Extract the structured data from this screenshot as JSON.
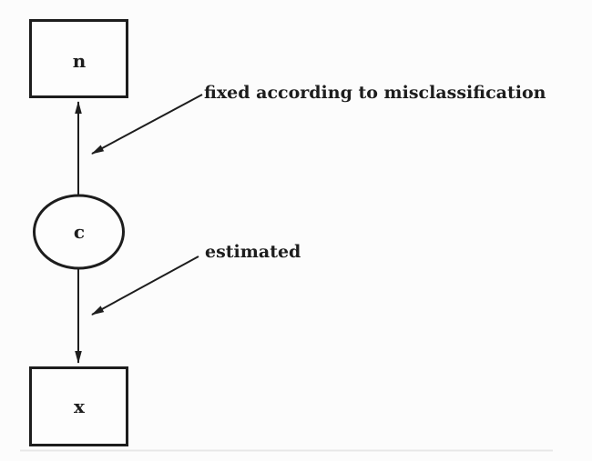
{
  "nodes": {
    "top": {
      "label": "n"
    },
    "middle": {
      "label": "c"
    },
    "bottom": {
      "label": "x"
    }
  },
  "annotations": {
    "upper_arrow_label": "fixed according to misclassification",
    "lower_arrow_label": "estimated"
  },
  "colors": {
    "ink": "#1d1d1d",
    "background": "#fcfcfc",
    "baseline_rule": "#e7e7e7"
  }
}
